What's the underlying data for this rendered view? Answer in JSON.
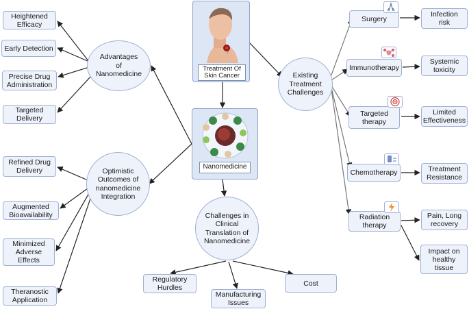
{
  "center": {
    "top_label": "Treatment Of\nSkin Cancer",
    "main_label": "Nanomedicine"
  },
  "hubs": {
    "advantages": "Advantages\nof\nNanomedicine",
    "outcomes": "Optimistic\nOutcomes of\nnanomedicine\nIntegration",
    "challenges": "Challenges in\nClinical\nTranslation of\nNanomedicine",
    "existing": "Existing\nTreatment\nChallenges"
  },
  "advantages_items": [
    "Heightened\nEfficacy",
    "Early Detection",
    "Precise Drug\nAdministration",
    "Targeted\nDelivery"
  ],
  "outcomes_items": [
    "Refined Drug\nDelivery",
    "Augmented\nBioavailability",
    "Minimized\nAdverse\nEffects",
    "Theranostic\nApplication"
  ],
  "challenges_items": [
    "Regulatory\nHurdles",
    "Manufacturing\nIssues",
    "Cost"
  ],
  "treatments": [
    "Surgery",
    "Immunotherapy",
    "Targeted\ntherapy",
    "Chemotherapy",
    "Radiation\ntherapy"
  ],
  "treatment_challenges": [
    "Infection\nrisk",
    "Systemic\ntoxicity",
    "Limited\nEffectiveness",
    "Treatment\nResistance",
    "Pain, Long\nrecovery",
    "Impact on\nhealthy\ntissue"
  ],
  "colors": {
    "box_fill": "#eef2fa",
    "box_border": "#9fb0d2",
    "panel_fill": "#dde6f5",
    "arrow": "#222222"
  }
}
